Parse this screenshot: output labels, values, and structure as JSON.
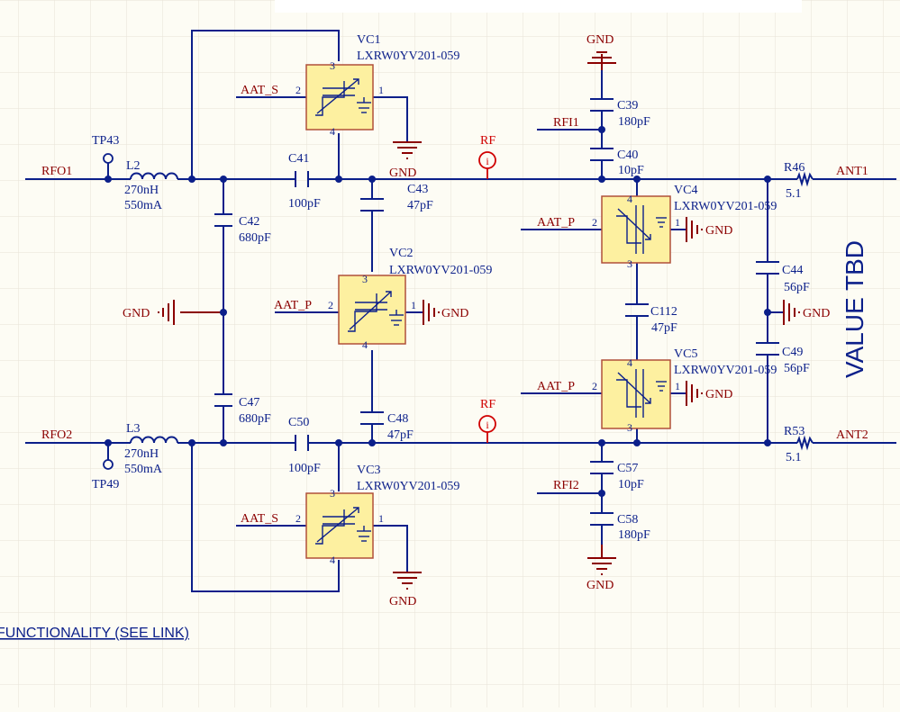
{
  "note": {
    "big": "VALUE TBD",
    "link": "FUNCTIONALITY (SEE LINK)"
  },
  "nets": {
    "rfo1": "RFO1",
    "rfo2": "RFO2",
    "ant1": "ANT1",
    "ant2": "ANT2",
    "rfi1": "RFI1",
    "rfi2": "RFI2",
    "gnd": "GND",
    "aat_s": "AAT_S",
    "aat_p": "AAT_P"
  },
  "testpoints": {
    "tp43": "TP43",
    "tp49": "TP49"
  },
  "probes": {
    "rf": "RF"
  },
  "inductors": {
    "l2": {
      "ref": "L2",
      "value": "270nH",
      "rating": "550mA"
    },
    "l3": {
      "ref": "L3",
      "value": "270nH",
      "rating": "550mA"
    }
  },
  "capacitors": {
    "c41": {
      "ref": "C41",
      "value": "100pF"
    },
    "c42": {
      "ref": "C42",
      "value": "680pF"
    },
    "c43": {
      "ref": "C43",
      "value": "47pF"
    },
    "c47": {
      "ref": "C47",
      "value": "680pF"
    },
    "c48": {
      "ref": "C48",
      "value": "47pF"
    },
    "c50": {
      "ref": "C50",
      "value": "100pF"
    },
    "c39": {
      "ref": "C39",
      "value": "180pF"
    },
    "c40": {
      "ref": "C40",
      "value": "10pF"
    },
    "c112": {
      "ref": "C112",
      "value": "47pF"
    },
    "c57": {
      "ref": "C57",
      "value": "10pF"
    },
    "c58": {
      "ref": "C58",
      "value": "180pF"
    },
    "c44": {
      "ref": "C44",
      "value": "56pF"
    },
    "c49": {
      "ref": "C49",
      "value": "56pF"
    }
  },
  "resistors": {
    "r46": {
      "ref": "R46",
      "value": "5.1"
    },
    "r53": {
      "ref": "R53",
      "value": "5.1"
    }
  },
  "varactors": {
    "vc1": {
      "ref": "VC1",
      "part": "LXRW0YV201-059"
    },
    "vc2": {
      "ref": "VC2",
      "part": "LXRW0YV201-059"
    },
    "vc3": {
      "ref": "VC3",
      "part": "LXRW0YV201-059"
    },
    "vc4": {
      "ref": "VC4",
      "part": "LXRW0YV201-059"
    },
    "vc5": {
      "ref": "VC5",
      "part": "LXRW0YV201-059"
    }
  },
  "pins": {
    "p1": "1",
    "p2": "2",
    "p3": "3",
    "p4": "4"
  },
  "colors": {
    "wire": "#0b1f8a",
    "net": "#8b0000",
    "probe": "#d00000",
    "body_fill": "#fdf0a0",
    "body_edge": "#b0503a",
    "grid": "#e6e2d6"
  }
}
